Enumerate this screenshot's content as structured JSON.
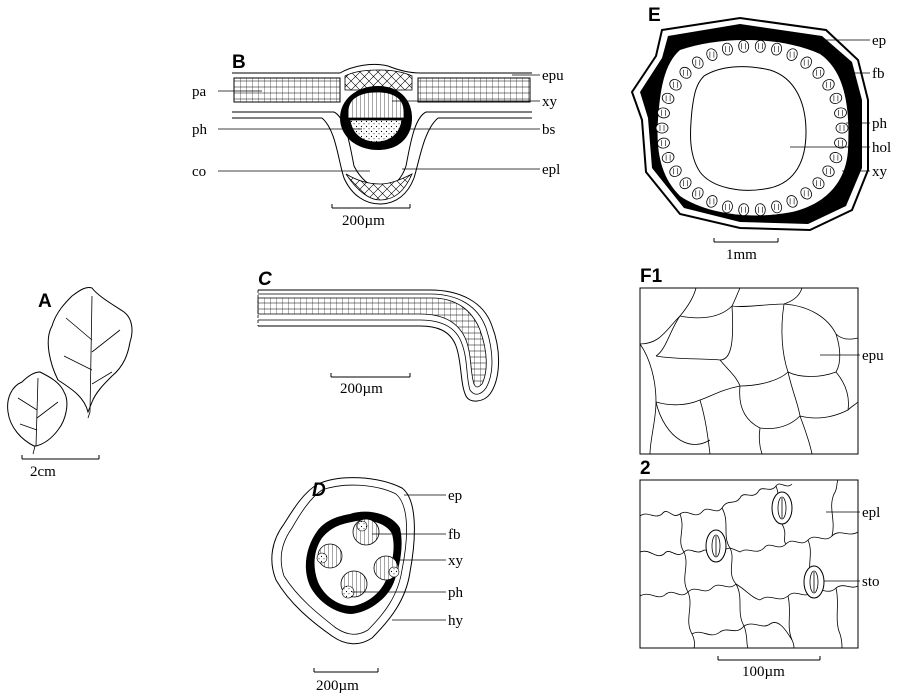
{
  "panels": {
    "A": {
      "letter": "A",
      "scale": "2cm"
    },
    "B": {
      "letter": "B",
      "scale": "200µm",
      "labels": {
        "pa": "pa",
        "ph": "ph",
        "co": "co",
        "epu": "epu",
        "xy": "xy",
        "bs": "bs",
        "epl": "epl"
      }
    },
    "C": {
      "letter": "C",
      "scale": "200µm"
    },
    "D": {
      "letter": "D",
      "scale": "200µm",
      "labels": {
        "ep": "ep",
        "fb": "fb",
        "xy": "xy",
        "ph": "ph",
        "hy": "hy"
      }
    },
    "E": {
      "letter": "E",
      "scale": "1mm",
      "labels": {
        "ep": "ep",
        "fb": "fb",
        "ph": "ph",
        "hol": "hol",
        "xy": "xy"
      }
    },
    "F1": {
      "letter": "F1",
      "labels": {
        "epu": "epu"
      }
    },
    "F2": {
      "letter": "2",
      "scale": "100µm",
      "labels": {
        "epl": "epl",
        "sto": "sto"
      }
    }
  },
  "colors": {
    "ink": "#000000",
    "paper": "#ffffff"
  }
}
